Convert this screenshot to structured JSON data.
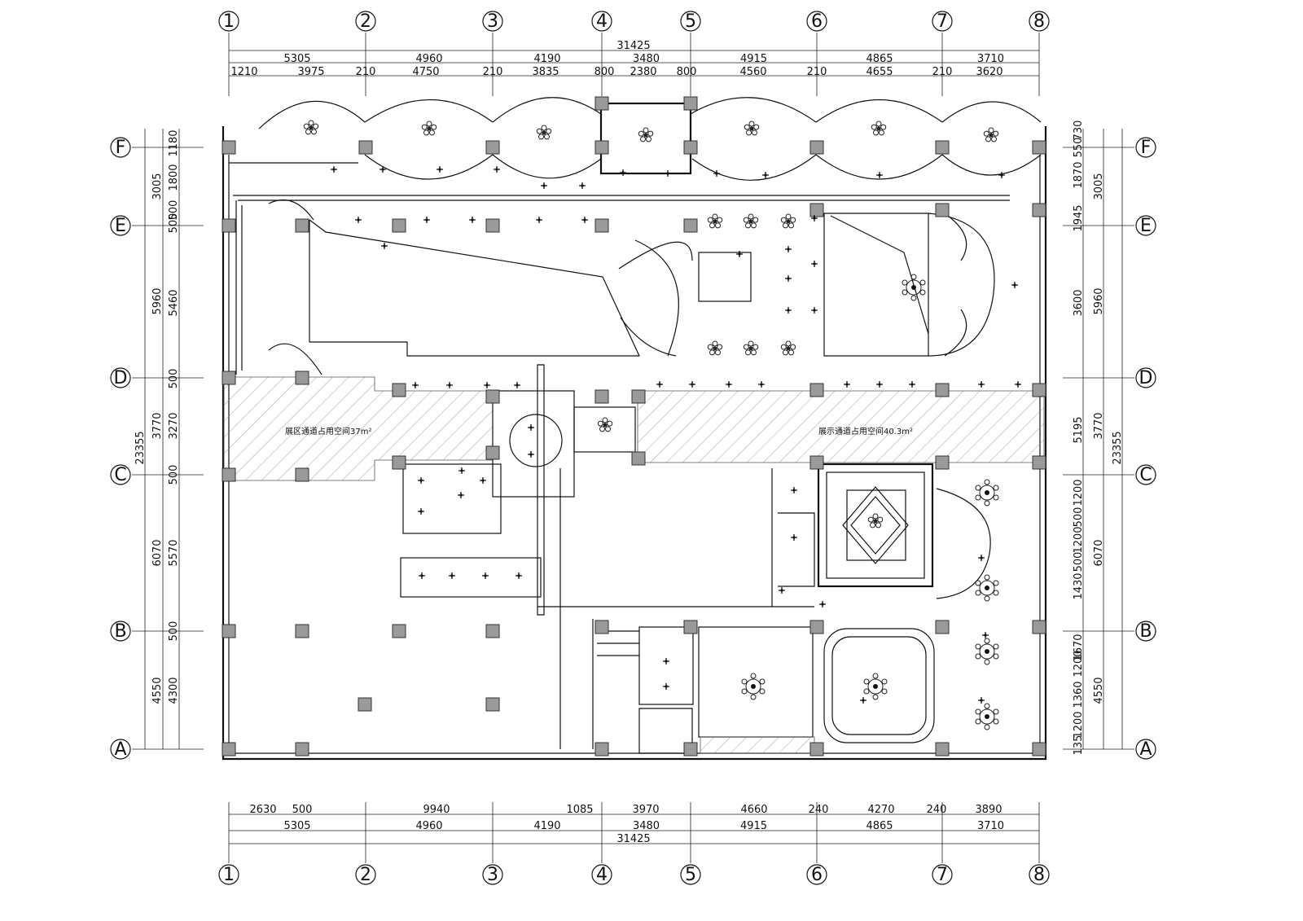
{
  "grid": {
    "columns": [
      "1",
      "2",
      "3",
      "4",
      "5",
      "6",
      "7",
      "8"
    ],
    "rows": [
      "F",
      "E",
      "D",
      "C",
      "B",
      "A"
    ]
  },
  "dims_top": {
    "total": "31425",
    "row1": [
      "5305",
      "4960",
      "4190",
      "3480",
      "4915",
      "4865",
      "3710"
    ],
    "row2": [
      "1210",
      "3975",
      "210",
      "4750",
      "210",
      "3835",
      "800",
      "2380",
      "800",
      "4560",
      "210",
      "4655",
      "210",
      "3620"
    ]
  },
  "dims_bottom": {
    "total": "31425",
    "row1": [
      "2630",
      "500",
      "9940",
      "1085",
      "3970",
      "4660",
      "240",
      "4270",
      "240",
      "3890"
    ],
    "row2": [
      "5305",
      "4960",
      "4190",
      "3480",
      "4915",
      "4865",
      "3710"
    ]
  },
  "dims_left": {
    "total": "23355",
    "outer": [
      "3005",
      "5960",
      "3770",
      "6070",
      "4550"
    ],
    "inner": [
      "1180",
      "1800",
      "500",
      "500",
      "5460",
      "500",
      "3270",
      "500",
      "5570",
      "500",
      "4300"
    ]
  },
  "dims_right": {
    "total": "23355",
    "outer": [
      "3005",
      "5960",
      "3770",
      "6070",
      "4550"
    ],
    "inner": [
      "730",
      "550",
      "1870",
      "1945",
      "3600",
      "5195",
      "1200",
      "500",
      "1200",
      "500",
      "1430",
      "1670",
      "1200",
      "1360",
      "1200",
      "135"
    ]
  },
  "room_labels": {
    "left_hatch": "展区通道占用空间37m²",
    "right_hatch": "展示通道占用空间40.3m²"
  }
}
